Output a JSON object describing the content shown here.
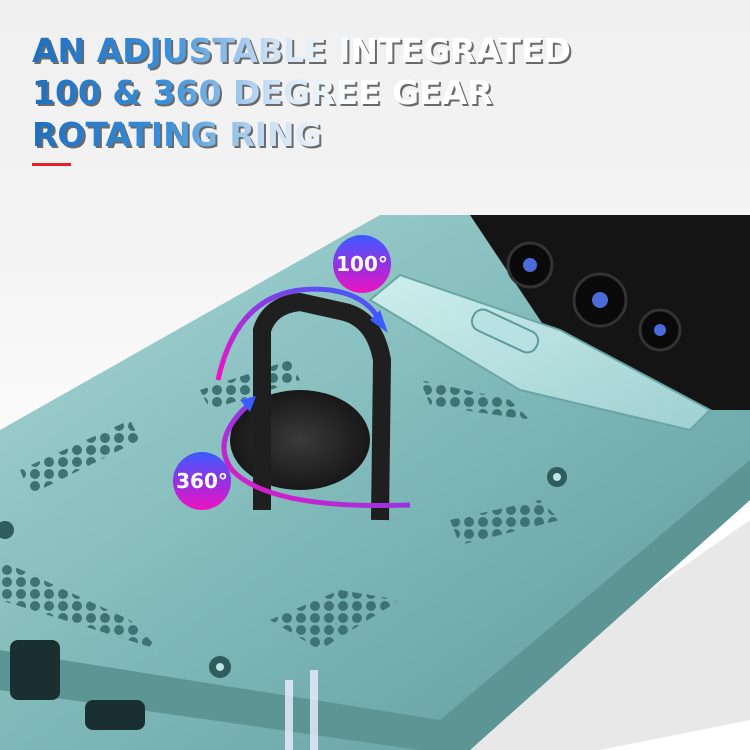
{
  "headline": {
    "lines": [
      "AN ADJUSTABLE INTEGRATED",
      "100 & 360 DEGREE GEAR",
      "ROTATING RING"
    ]
  },
  "accent_line": {
    "color": "#e0202a"
  },
  "badges": {
    "rotation_100": "100°",
    "rotation_360": "360°"
  },
  "product": {
    "description": "Teal armored phone case with sliding camera cover and black rotating ring kickstand",
    "case_color": "#7fb8b8",
    "ring_color": "#1e1e1e",
    "arrow_gradient": [
      "#3a5cff",
      "#f012c0"
    ]
  }
}
